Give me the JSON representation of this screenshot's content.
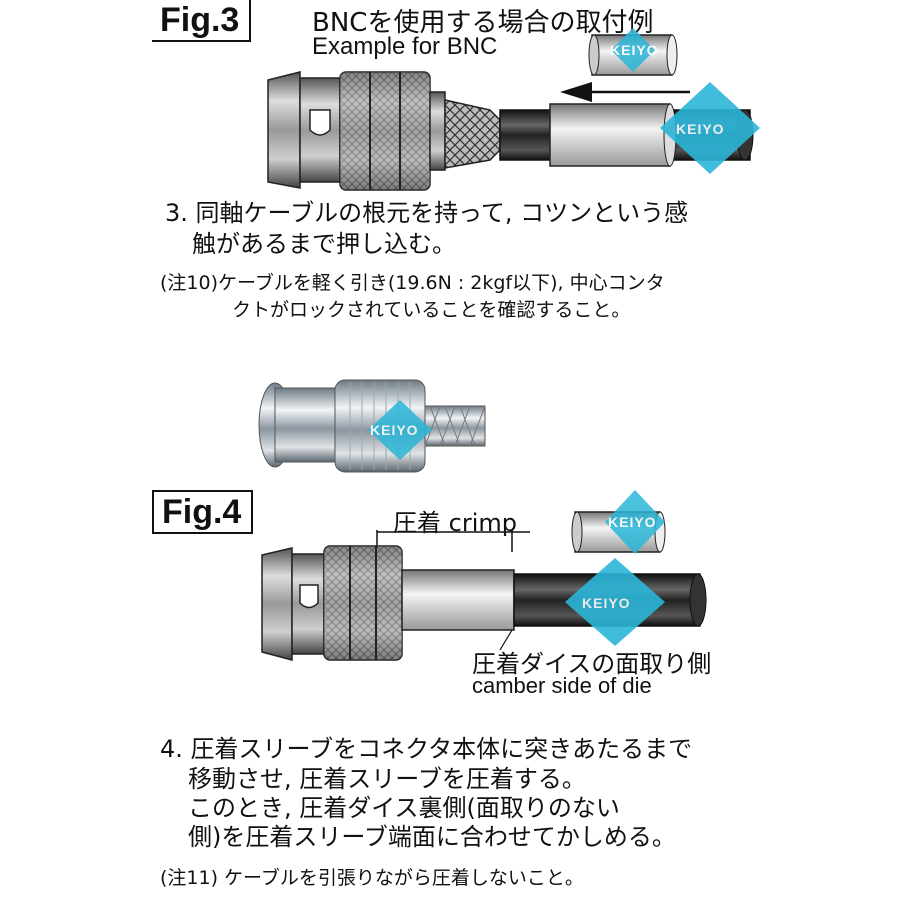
{
  "fig3": {
    "label": "Fig.3",
    "title_jp": "BNCを使用する場合の取付例",
    "title_en": "Example for BNC",
    "step_lines": [
      "3. 同軸ケーブルの根元を持って, コツンという感",
      "触があるまで押し込む。"
    ],
    "note_lines": [
      "(注10)ケーブルを軽く引き(19.6N : 2kgf以下), 中心コンタ",
      "クトがロックされていることを確認すること。"
    ]
  },
  "fig4": {
    "label": "Fig.4",
    "crimp_label": "圧着 crimp",
    "die_label_jp": "圧着ダイスの面取り側",
    "die_label_en": "camber side of die",
    "step_lines": [
      "4. 圧着スリーブをコネクタ本体に突きあたるまで",
      "移動させ, 圧着スリーブを圧着する。",
      "このとき, 圧着ダイス裏側(面取りのない",
      "側)を圧着スリーブ端面に合わせてかしめる。"
    ],
    "note": "(注11) ケーブルを引張りながら圧着しないこと。"
  },
  "watermark": {
    "text": "KEIYO",
    "color": "#2bb6d8"
  },
  "icons": [
    "bnc-connector-illustration",
    "crimp-sleeve-illustration",
    "direction-arrow-icon",
    "watermark-diamond-icon"
  ]
}
